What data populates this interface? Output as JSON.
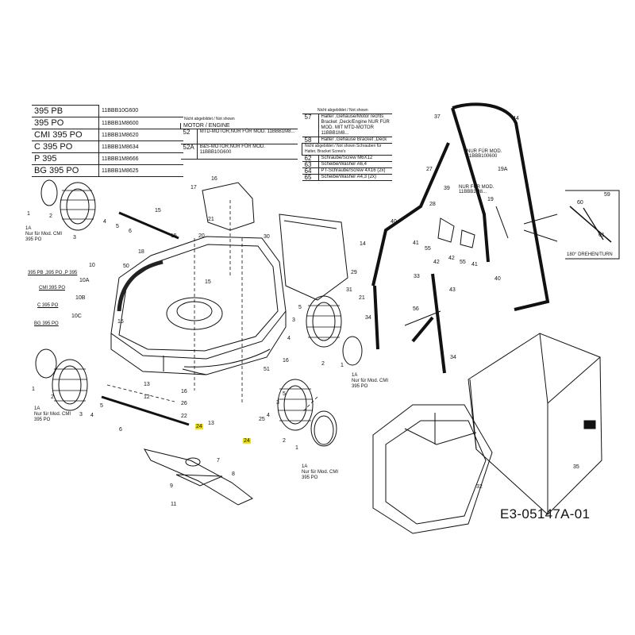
{
  "models": [
    {
      "model": "395 PB",
      "code": "11BBB10G600"
    },
    {
      "model": "395 PO",
      "code": "11BBB1M8600"
    },
    {
      "model": "CMI 395 PO",
      "code": "11BBB1M8620"
    },
    {
      "model": "C 395 PO",
      "code": "11BBB1M8634"
    },
    {
      "model": "P 395",
      "code": "11BBB1M8666"
    },
    {
      "model": "BG 395 PO",
      "code": "11BBB1M8625"
    }
  ],
  "motor_table": {
    "not_shown": "Nicht abgebildet / Not shown",
    "heading": "MOTOR / ENGINE",
    "rows": [
      {
        "num": "52",
        "text": "MTD-MOTOR,NUR FÜR MOD. 11BBB1M8..."
      },
      {
        "num": "52A",
        "text": "B&S-MOTOR,NUR FÜR MOD. 11BBB10G600"
      }
    ]
  },
  "bracket_table": {
    "not_shown": "Nicht abgebildet / Not shown",
    "rows": [
      {
        "num": "57",
        "text": "Halter ,Gehäuse/Motor rechts Bracket ,Deck/Engine NUR FÜR MOD. MIT MTD-MOTOR 11BBB1M8..."
      },
      {
        "num": "58",
        "text": "Halter ,Gehäuse Bracket ,Deck"
      }
    ],
    "sub_heading": "Nicht abgebildet / Not shown Schrauben für Halter, Bracket Screw's",
    "screws": [
      {
        "num": "62",
        "text": "Schraube/Screw  M6X12"
      },
      {
        "num": "63",
        "text": "Scheibe/Washer A6,4"
      },
      {
        "num": "64",
        "text": "PT-Schraube/Screw  4X16 (2x)"
      },
      {
        "num": "65",
        "text": "Scheibe/Washer  A4,3  (2x)"
      }
    ]
  },
  "variants": [
    {
      "label": "395 PB ,395 PO ,P 395",
      "part": "10"
    },
    {
      "label": "CMI 395 PO",
      "part": "10A"
    },
    {
      "label": "C 395 PO",
      "part": "10B"
    },
    {
      "label": "BG 395 PO",
      "part": "10C"
    }
  ],
  "notes": {
    "nur_1a_left_top": "Nur für Mod. CMI 395 PO",
    "nur_1a_left_bottom": "Nur für Mod. CMI 395 PO",
    "nur_1a_right": "Nur für Mod. CMI 395 PO",
    "nur_1a_bottom": "Nur für Mod. CMI 395 PO",
    "nur_19a": "NUR FÜR MOD. 11BBB1M8...",
    "nur_44": "NUR FÜR MOD. 11BBB100600",
    "drehen": "180° DREHEN/TURN"
  },
  "callouts": {
    "c1a": "1A",
    "c1": "1",
    "c2": "2",
    "c3": "3",
    "c4": "4",
    "c5": "5",
    "c6": "6",
    "c7": "7",
    "c8": "8",
    "c9": "9",
    "c10": "10",
    "c10a": "10A",
    "c10b": "10B",
    "c10c": "10C",
    "c11": "11",
    "c12": "12",
    "c13": "13",
    "c14": "14",
    "c15": "15",
    "c16": "16",
    "c17": "17",
    "c18": "18",
    "c19": "19",
    "c19a": "19A",
    "c20": "20",
    "c21": "21",
    "c22": "22",
    "c24": "24",
    "c25": "25",
    "c26": "26",
    "c27": "27",
    "c28": "28",
    "c29": "29",
    "c30": "30",
    "c31": "31",
    "c32": "32",
    "c33": "33",
    "c34": "34",
    "c35": "35",
    "c37": "37",
    "c39": "39",
    "c40": "40",
    "c41": "41",
    "c42": "42",
    "c43": "43",
    "c44": "44",
    "c50": "50",
    "c51": "51",
    "c55": "55",
    "c56": "56",
    "c59": "59",
    "c60": "60",
    "c61": "61"
  },
  "drawing_code": "E3-05147A-01",
  "colors": {
    "highlight": "#f3e300",
    "line": "#111111"
  }
}
